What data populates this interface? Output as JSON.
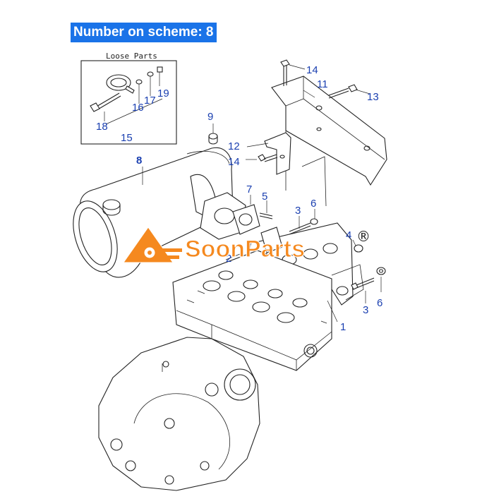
{
  "header": {
    "text": "Number on scheme: 8"
  },
  "loose_parts": {
    "title": "Loose Parts"
  },
  "callouts": {
    "c18": "18",
    "c16": "16",
    "c17": "17",
    "c19": "19",
    "c15": "15",
    "c14a": "14",
    "c11": "11",
    "c13": "13",
    "c9": "9",
    "c12": "12",
    "c14b": "14",
    "c8": "8",
    "c7": "7",
    "c5": "5",
    "c3a": "3",
    "c6a": "6",
    "c4": "4",
    "c2": "2",
    "c1": "1",
    "c3b": "3",
    "c6b": "6"
  },
  "watermark": {
    "text": "SoonParts",
    "registered": "®"
  },
  "colors": {
    "header_bg": "#1a73e8",
    "callout": "#1a3fb0",
    "watermark": "#f5891f"
  }
}
